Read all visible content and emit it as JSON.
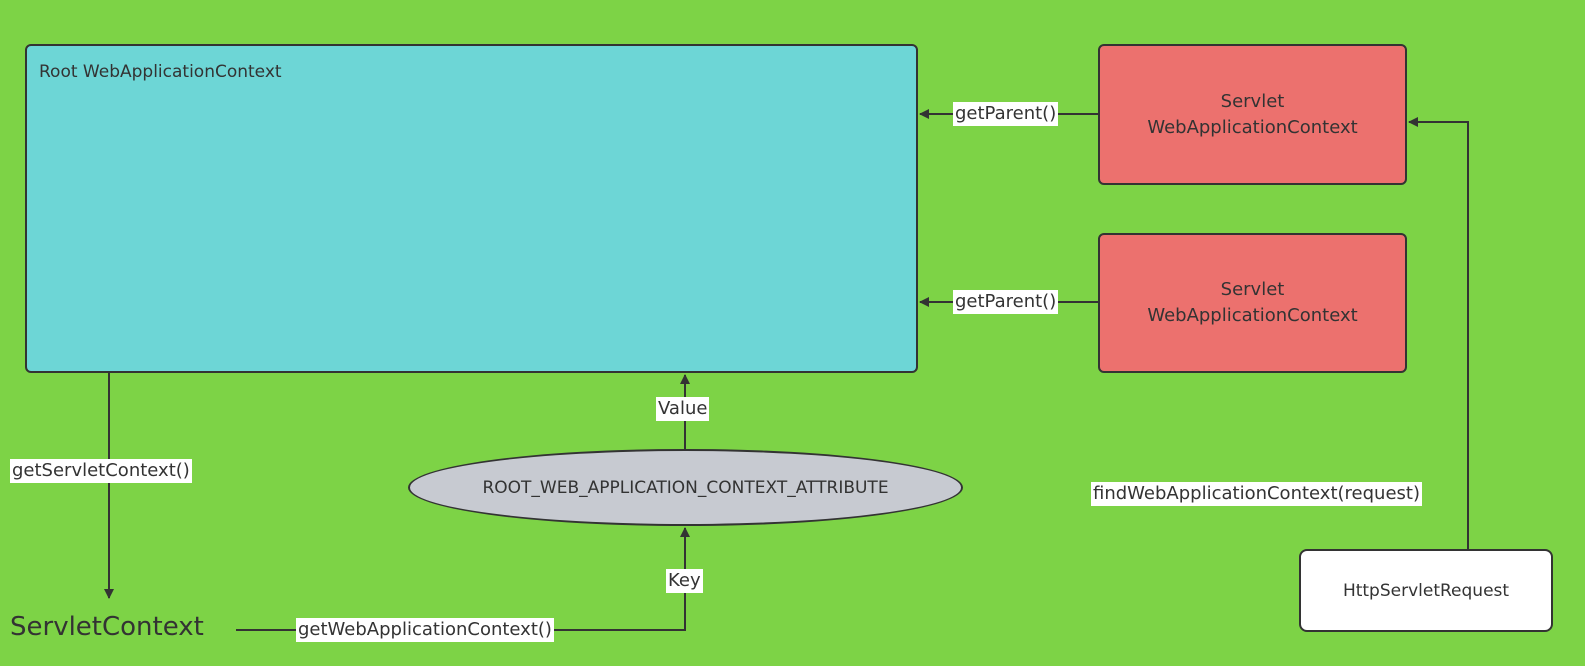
{
  "root_context": {
    "label": "Root WebApplicationContext"
  },
  "servlet_contexts": [
    {
      "line1": "Servlet",
      "line2": "WebApplicationContext"
    },
    {
      "line1": "Servlet",
      "line2": "WebApplicationContext"
    }
  ],
  "edges": {
    "get_parent_1": "getParent()",
    "get_parent_2": "getParent()",
    "get_servlet_context": "getServletContext()",
    "get_web_application_context": "getWebApplicationContext()",
    "key": "Key",
    "value": "Value",
    "find_web_application_context": "findWebApplicationContext(request)"
  },
  "attribute": {
    "label": "ROOT_WEB_APPLICATION_CONTEXT_ATTRIBUTE"
  },
  "servlet_context": {
    "label": "ServletContext"
  },
  "http_request": {
    "label": "HttpServletRequest"
  },
  "colors": {
    "background": "#7dd346",
    "root": "#6dd6d6",
    "servlet": "#ec716e",
    "attribute": "#c7cad1"
  }
}
